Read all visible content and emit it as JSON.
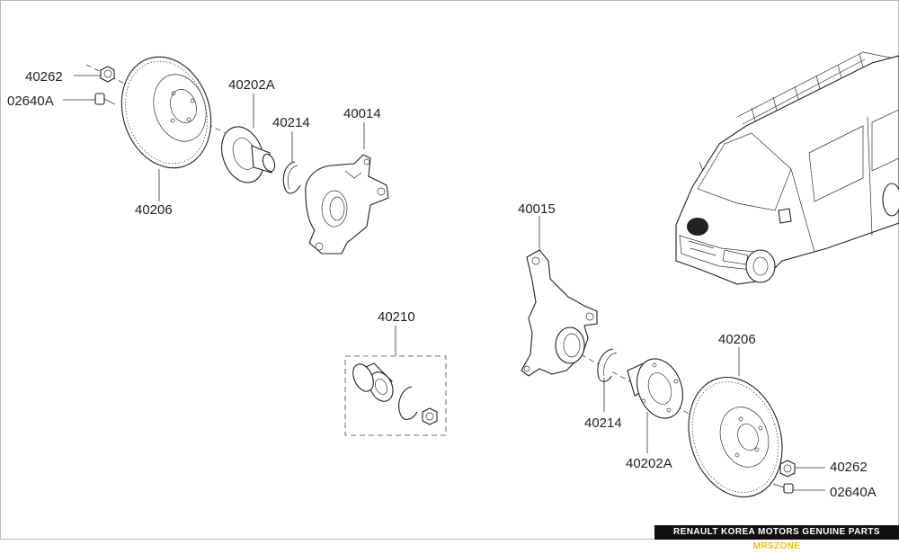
{
  "labels": {
    "top_40262": "40262",
    "top_02640A": "02640A",
    "top_40206": "40206",
    "top_40202A": "40202A",
    "top_40214": "40214",
    "top_40014": "40014",
    "center_40210": "40210",
    "right_40015": "40015",
    "right_40206": "40206",
    "right_40214": "40214",
    "right_40202A": "40202A",
    "right_40262": "40262",
    "right_02640A": "02640A"
  },
  "footer": {
    "text": "RENAULT KOREA MOTORS GENUINE PARTS",
    "accent": "MRSZONE",
    "accent_color": "#f2c200"
  }
}
